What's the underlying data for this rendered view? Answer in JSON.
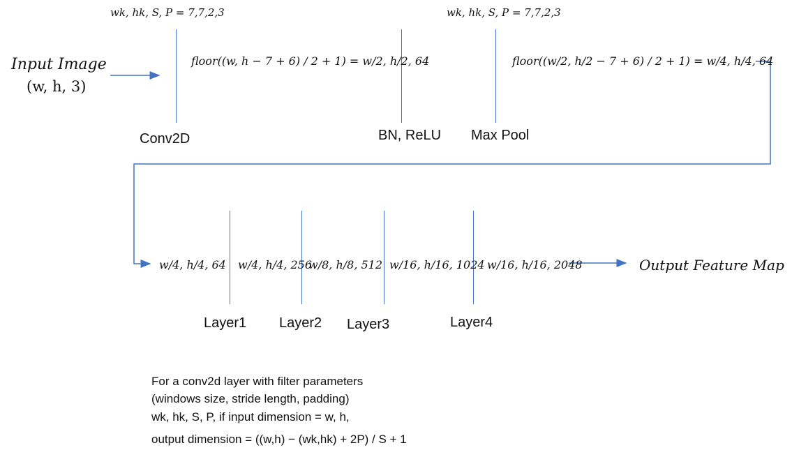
{
  "input": {
    "label": "Input Image",
    "dims": "(w, h, 3)"
  },
  "stage1": {
    "params": "wk, hk, S, P = 7,7,2,3",
    "formula": "floor((w, h − 7 + 6) / 2 + 1) = w/2, h/2, 64",
    "conv_label": "Conv2D",
    "bn_label": "BN, ReLU"
  },
  "stage2": {
    "params": "wk, hk, S, P = 7,7,2,3",
    "formula": "floor((w/2, h/2 − 7 + 6) / 2 + 1) = w/4, h/4, 64",
    "pool_label": "Max Pool"
  },
  "layers": {
    "dims": [
      "w/4, h/4, 64",
      "w/4, h/4, 256",
      "w/8, h/8, 512",
      "w/16, h/16, 1024",
      "w/16, h/16, 2048"
    ],
    "labels": [
      "Layer1",
      "Layer2",
      "Layer3",
      "Layer4"
    ]
  },
  "output": {
    "label": "Output Feature Map"
  },
  "note": {
    "line1": "For a conv2d layer with filter parameters",
    "line2": "(windows size, stride length, padding)",
    "line3": "wk, hk, S, P, if input dimension = w, h,",
    "line4": "output dimension = ((w,h) − (wk,hk) + 2P) / S + 1"
  },
  "colors": {
    "line": "#4472c4",
    "text": "#111111"
  }
}
